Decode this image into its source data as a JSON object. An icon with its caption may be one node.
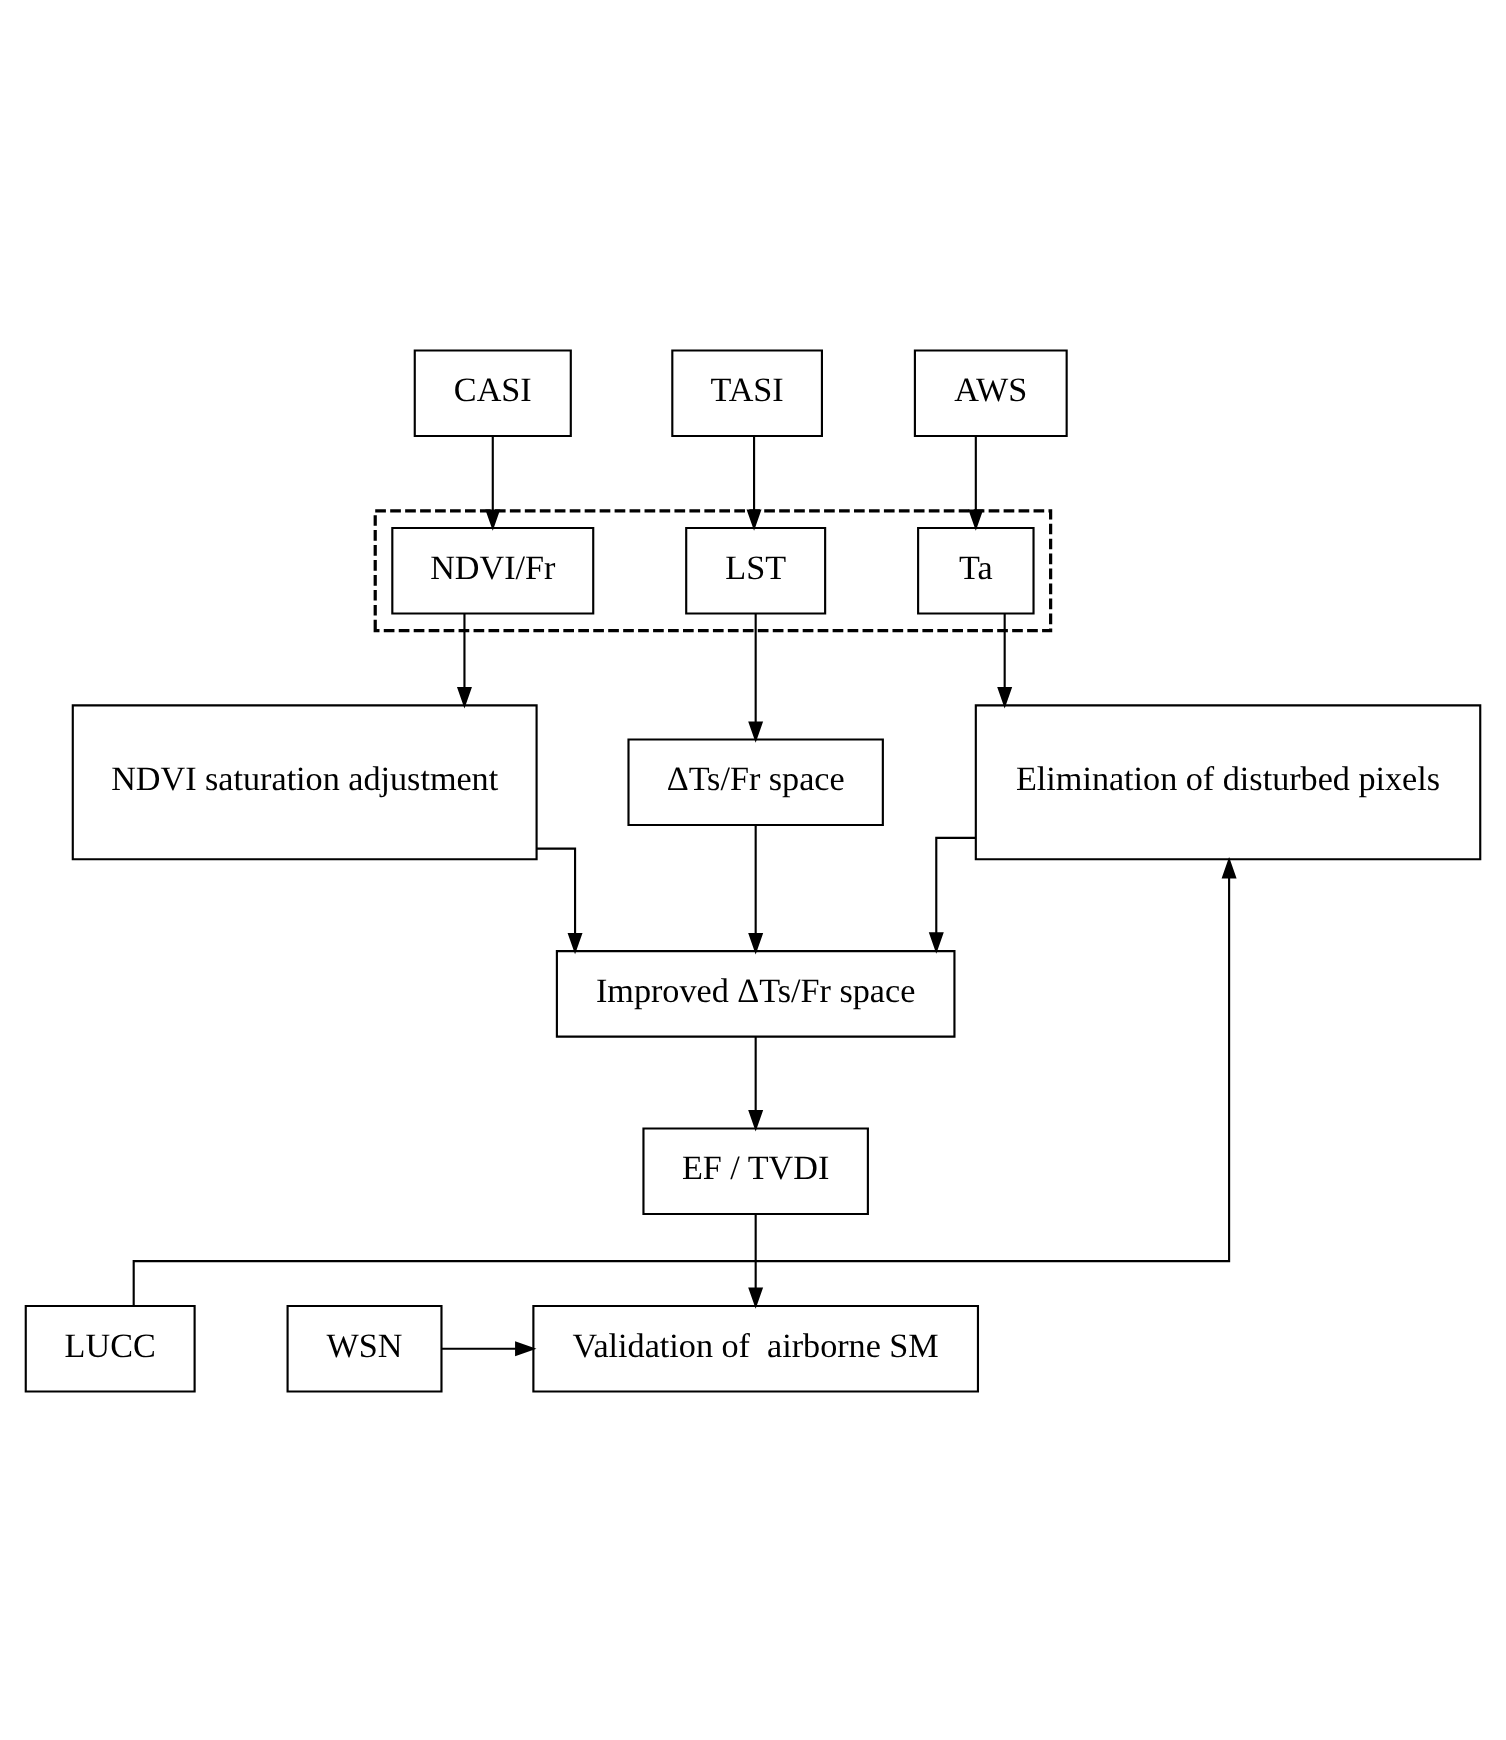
{
  "diagram": {
    "nodes": [
      {
        "text": [
          "CASI"
        ]
      },
      {
        "text": [
          "TASI"
        ]
      },
      {
        "text": [
          "AWS"
        ]
      },
      {
        "text": [],
        "shape": "box"
      },
      {
        "text": [
          "NDVI/Fr"
        ],
        "in": 3
      },
      {
        "text": [
          "LST"
        ],
        "in": 3
      },
      {
        "text": [
          "Ta"
        ],
        "in": 3
      },
      {
        "text": [
          "NDVI saturation adjustment"
        ]
      },
      {
        "text": [
          "ΔTs/Fr space"
        ]
      },
      {
        "text": [
          "Elimination of disturbed pixels"
        ]
      },
      {
        "text": [
          "Improved ΔTs/Fr space"
        ]
      },
      {
        "text": [
          "EF / TVDI"
        ]
      },
      {
        "text": [
          "WSN"
        ]
      },
      {
        "text": [
          "Validation of  airborne SM"
        ]
      },
      {
        "text": [
          "LUCC"
        ]
      }
    ],
    "edges": [
      {
        "from": 0,
        "to": 4,
        "arrow": "to"
      },
      {
        "from": 1,
        "to": 5,
        "arrow": "to"
      },
      {
        "from": 2,
        "to": 6,
        "arrow": "to"
      },
      {
        "from": 4,
        "to": 7,
        "arrow": "to"
      },
      {
        "from": 5,
        "to": 8,
        "arrow": "to"
      },
      {
        "from": 6,
        "to": 9,
        "arrow": "to"
      },
      {
        "from": 8,
        "to": 10,
        "arrow": "to"
      },
      {
        "from": 7,
        "to": 10,
        "arrow": "to"
      },
      {
        "from": 9,
        "to": 10,
        "arrow": "to"
      },
      {
        "from": 10,
        "to": 11,
        "arrow": "to"
      },
      {
        "from": 11,
        "to": 13,
        "arrow": "to"
      },
      {
        "from": 12,
        "to": 13,
        "arrow": "to"
      },
      {
        "from": 14,
        "to": 9,
        "arrow": "to"
      }
    ]
  }
}
